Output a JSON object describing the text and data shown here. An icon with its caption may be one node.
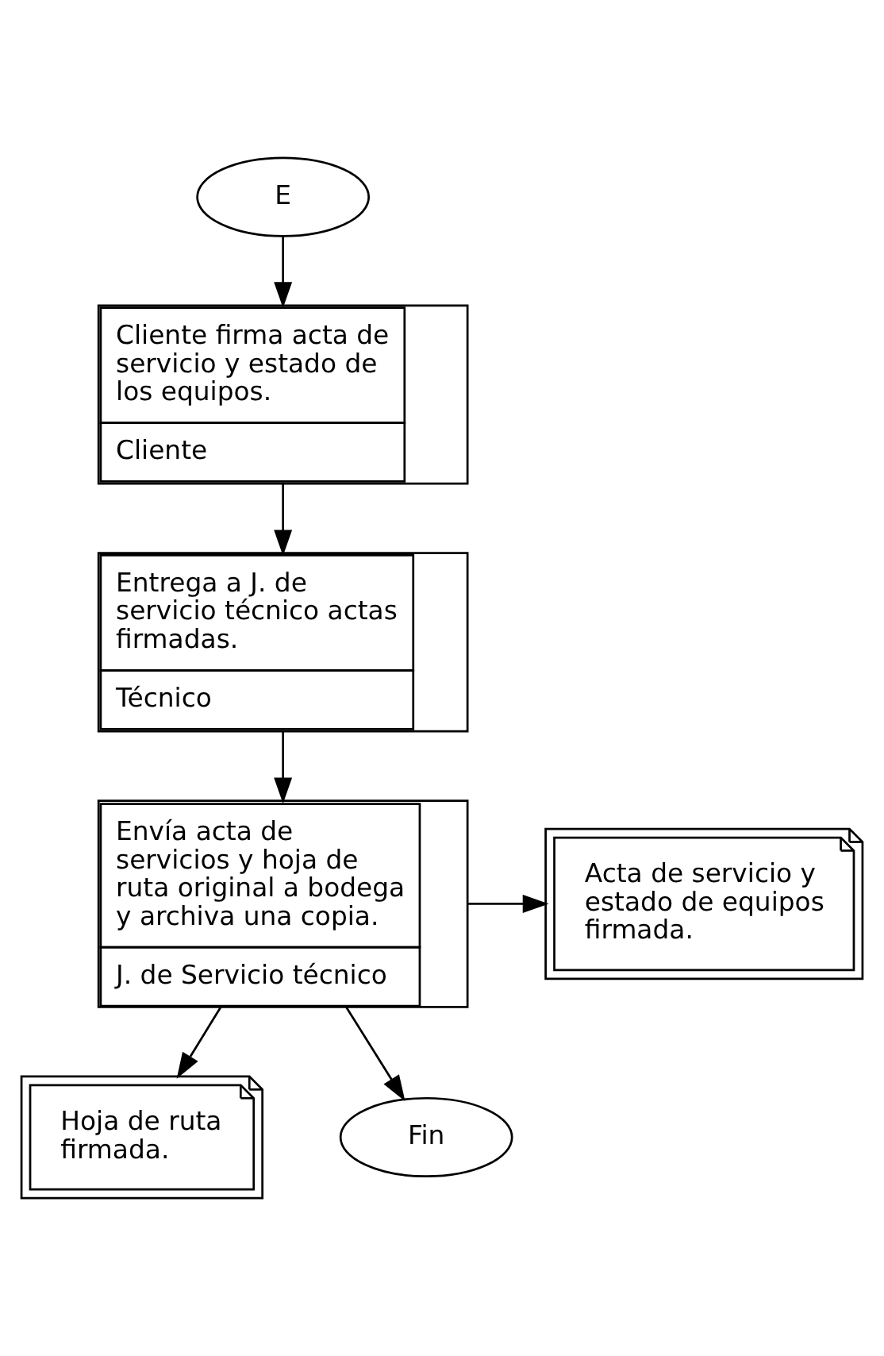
{
  "diagram": {
    "nodes": [
      {
        "text": [
          "E"
        ]
      },
      {
        "text": [
          "Cliente firma acta de servicio y estado de los equipos.",
          "Cliente"
        ]
      },
      {
        "text": [
          "Entrega a J. de servicio técnico actas firmadas.",
          "Técnico"
        ]
      },
      {
        "text": [
          "Envía acta de servicios y hoja de ruta original a bodega y archiva una copia.",
          "J. de Servicio técnico"
        ]
      },
      {
        "text": [
          "Acta de servicio y estado de equipos firmada."
        ]
      },
      {
        "text": [
          "Hoja de ruta firmada."
        ]
      },
      {
        "text": [
          "Fin"
        ]
      }
    ],
    "edges": [
      {
        "from": 0,
        "to": 1,
        "arrow": "to"
      },
      {
        "from": 1,
        "to": 2,
        "arrow": "to"
      },
      {
        "from": 2,
        "to": 3,
        "arrow": "to"
      },
      {
        "from": 3,
        "to": 4,
        "arrow": "to"
      },
      {
        "from": 3,
        "to": 5,
        "arrow": "to"
      },
      {
        "from": 3,
        "to": 6,
        "arrow": "to"
      }
    ]
  }
}
